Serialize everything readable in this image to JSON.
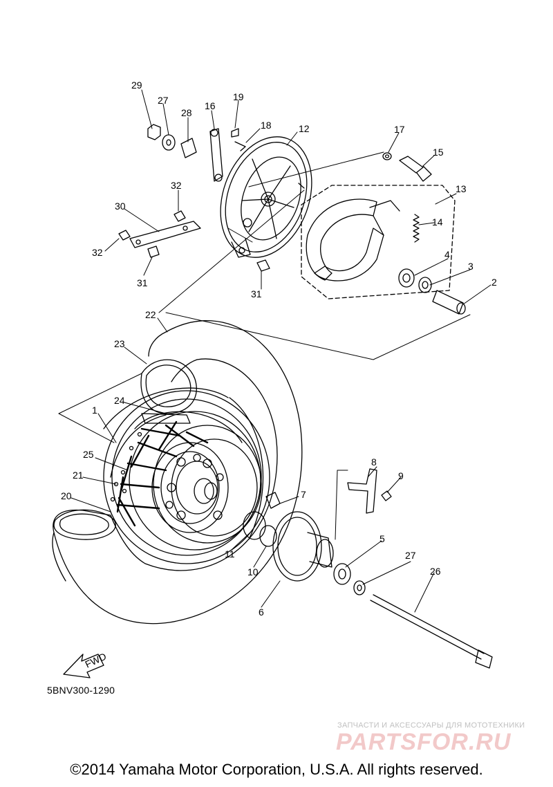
{
  "diagram_code": "5BNV300-1290",
  "copyright": "©2014 Yamaha Motor Corporation, U.S.A. All rights reserved.",
  "watermark": {
    "tagline": "ЗАПЧАСТИ И АКСЕССУАРЫ ДЛЯ МОТОТЕХНИКИ",
    "logo_text": "PARTSFOR.RU"
  },
  "fwd_label": "FWD",
  "callouts": [
    "1",
    "2",
    "3",
    "4",
    "5",
    "6",
    "7",
    "8",
    "9",
    "10",
    "11",
    "12",
    "13",
    "14",
    "15",
    "16",
    "17",
    "18",
    "19",
    "20",
    "21",
    "22",
    "23",
    "24",
    "25",
    "26",
    "27",
    "28",
    "29",
    "30",
    "31",
    "32"
  ],
  "colors": {
    "line": "#000000",
    "watermark": "#f2c9c9"
  }
}
